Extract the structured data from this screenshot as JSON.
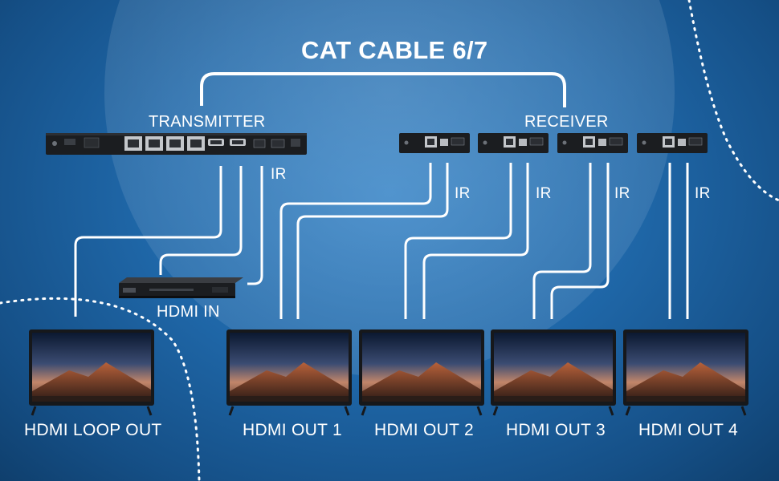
{
  "diagram": {
    "title": "CAT CABLE 6/7",
    "transmitter_label": "TRANSMITTER",
    "receiver_label": "RECEIVER",
    "source_label": "HDMI IN",
    "ir_label": "IR",
    "outputs": [
      {
        "label": "HDMI LOOP OUT"
      },
      {
        "label": "HDMI OUT 1"
      },
      {
        "label": "HDMI OUT 2"
      },
      {
        "label": "HDMI OUT 3"
      },
      {
        "label": "HDMI OUT 4"
      }
    ]
  },
  "colors": {
    "background": "#1f67a8",
    "line": "#ffffff",
    "device": "#1b1d20"
  }
}
